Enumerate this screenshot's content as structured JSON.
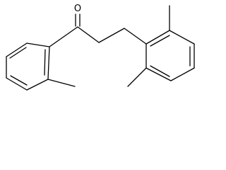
{
  "molecule": {
    "atoms": [
      {
        "id": "o1",
        "element": "O",
        "label": "O"
      }
    ],
    "colors": {
      "bond": "#000000",
      "background": "#ffffff"
    }
  }
}
